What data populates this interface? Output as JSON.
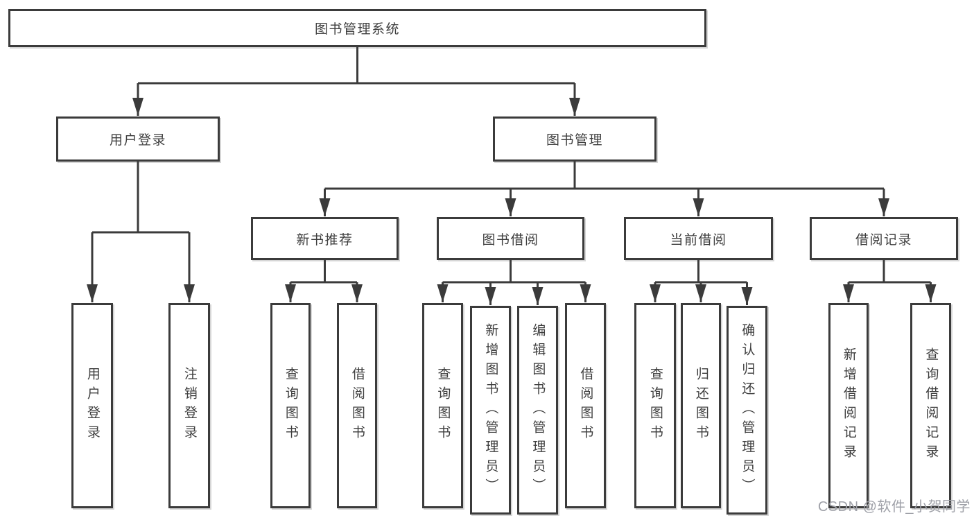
{
  "diagram_title": "图书管理系统",
  "colors": {
    "line": "#3b3b3b",
    "text": "#3e3e3e",
    "bg": "#ffffff",
    "watermark": "#9fa1a8"
  },
  "watermark": "CSDN @软件_小贺同学",
  "tree": {
    "root": "图书管理系统",
    "login": {
      "label": "用户登录",
      "children": [
        "用户登录",
        "注销登录"
      ]
    },
    "mgmt": {
      "label": "图书管理",
      "groups": [
        {
          "label": "新书推荐",
          "children": [
            "查询图书",
            "借阅图书"
          ]
        },
        {
          "label": "图书借阅",
          "children": [
            "查询图书",
            "新增图书（管理员）",
            "编辑图书（管理员）",
            "借阅图书"
          ]
        },
        {
          "label": "当前借阅",
          "children": [
            "查询图书",
            "归还图书",
            "确认归还（管理员）"
          ]
        },
        {
          "label": "借阅记录",
          "children": [
            "新增借阅记录",
            "查询借阅记录"
          ]
        }
      ]
    }
  }
}
